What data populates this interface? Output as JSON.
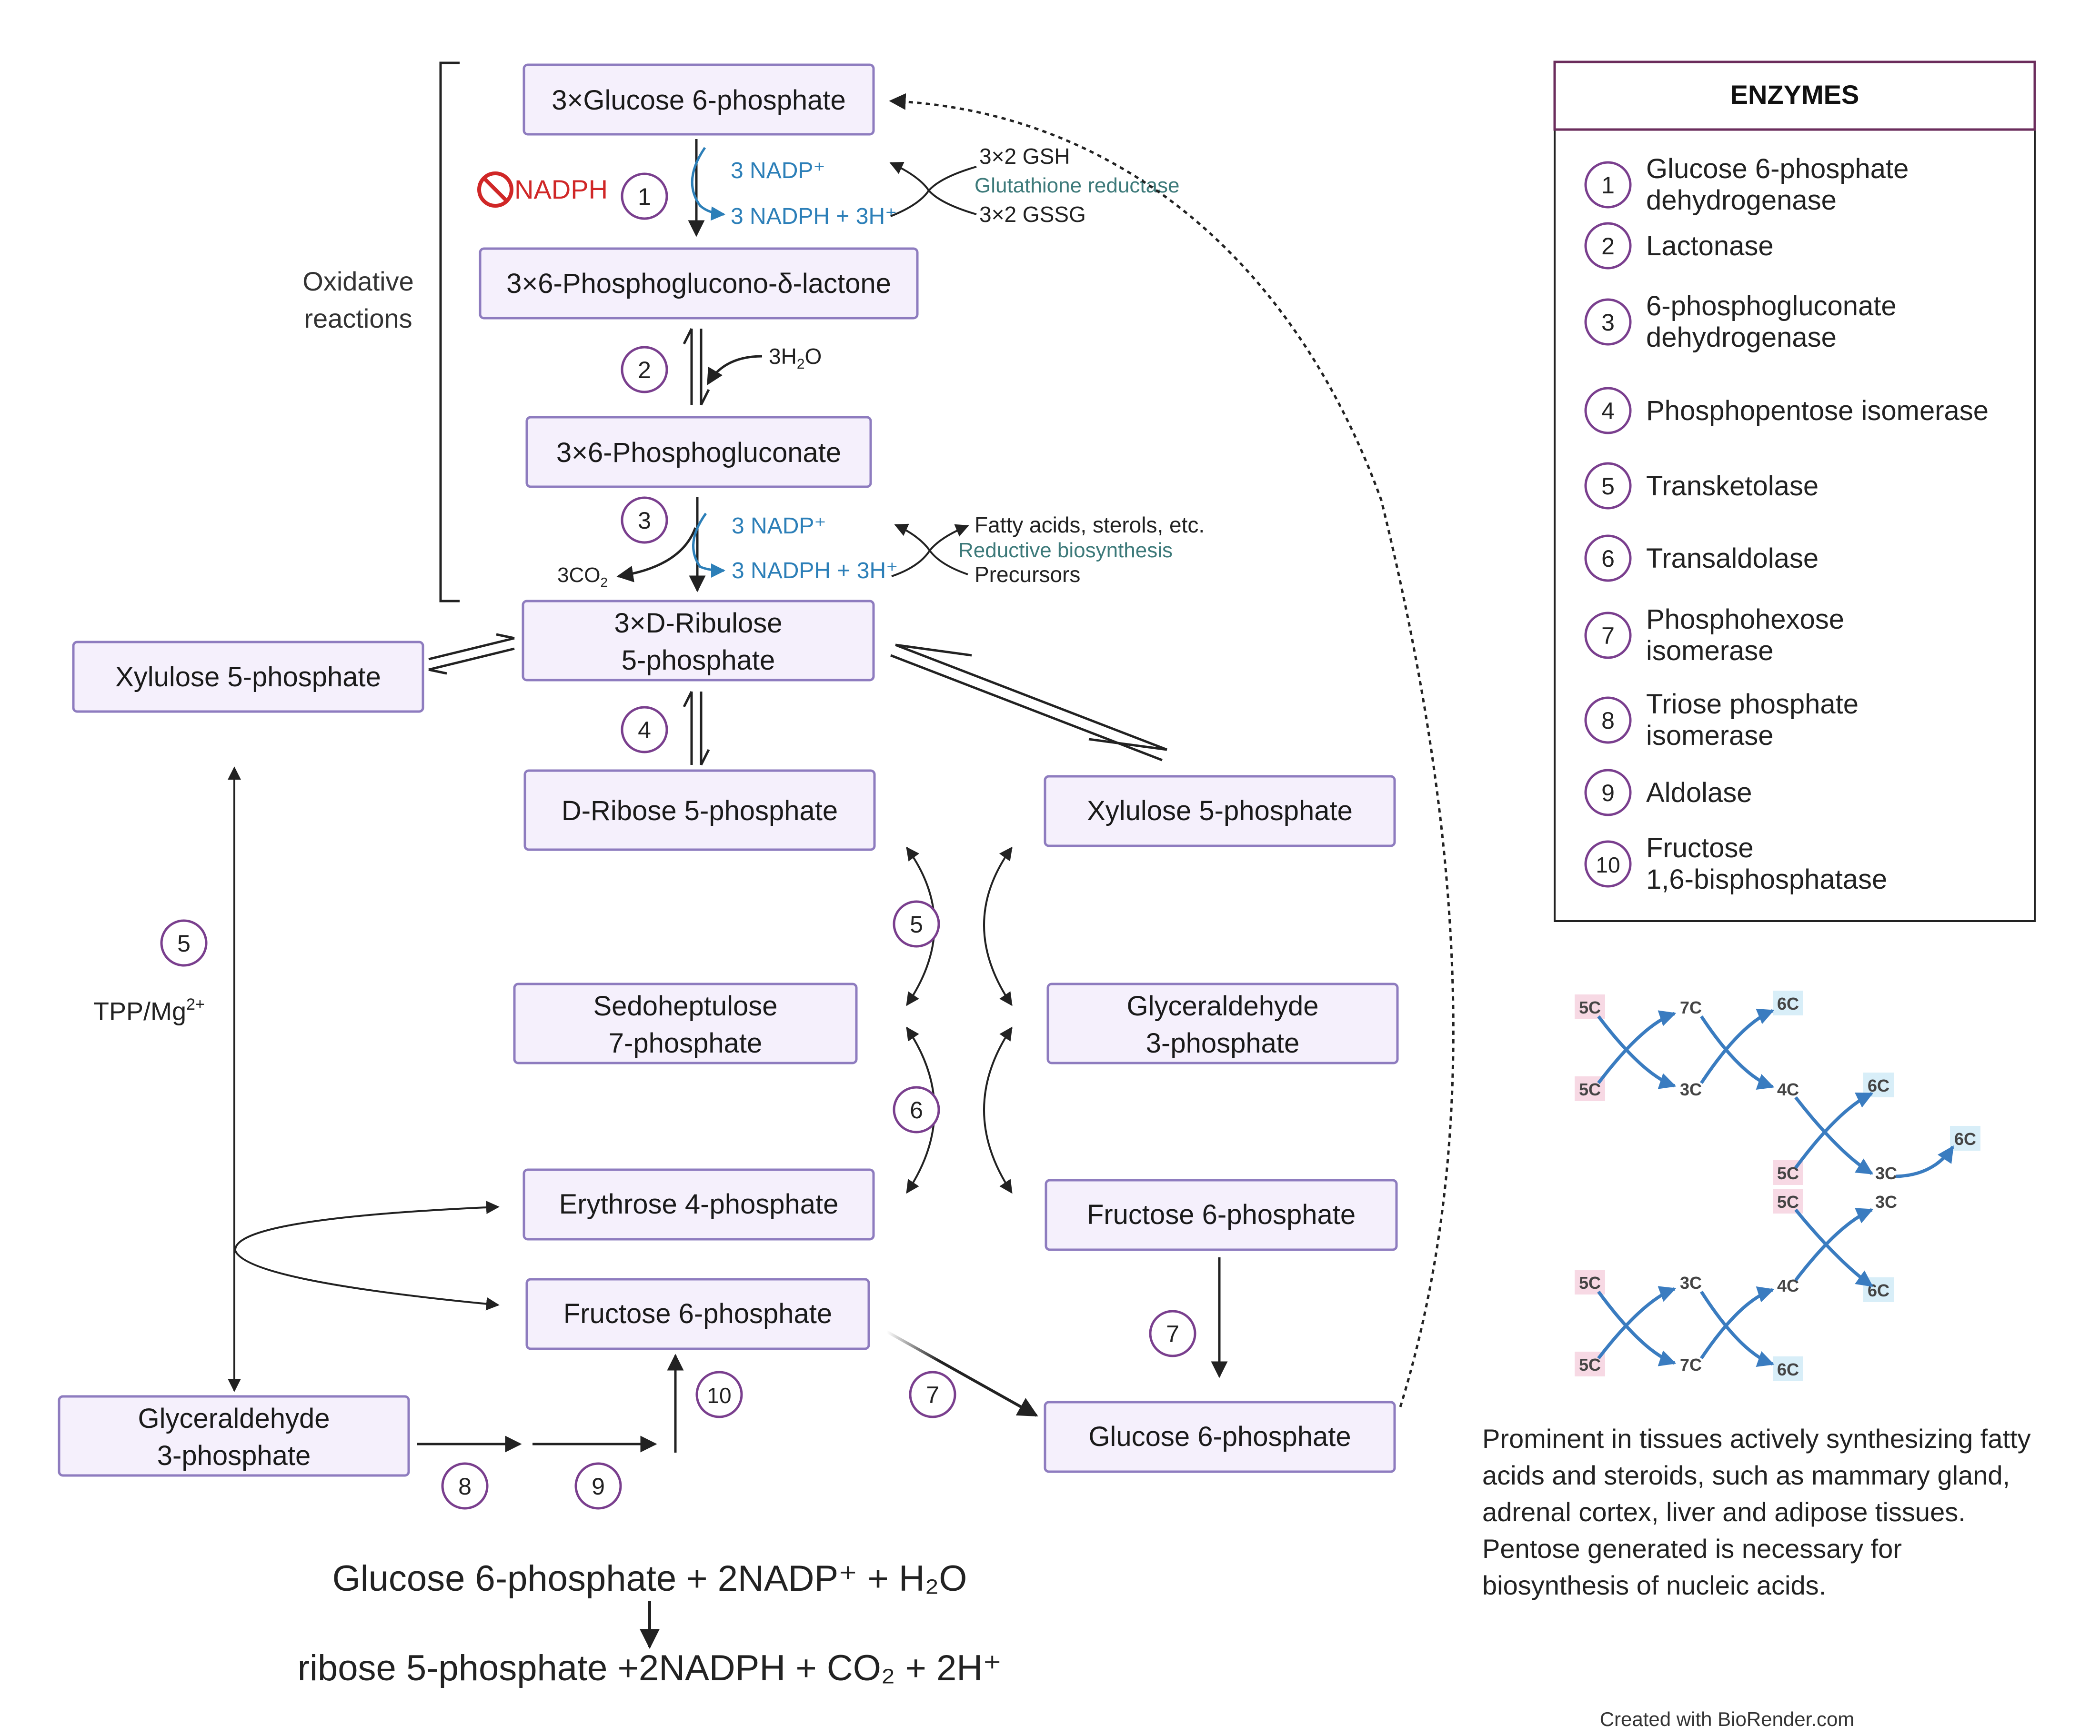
{
  "colors": {
    "box_fill": "#f5f0fc",
    "box_stroke": "#8e7cbf",
    "circle_stroke": "#7a3f8e",
    "nadph_blue": "#2c7fb8",
    "teal_text": "#3d7a7a",
    "inhibit_red": "#d02727",
    "enzyme_border": "#6b2d5c",
    "tag_pink": "#f7d9e4",
    "tag_blue": "#d8eef8"
  },
  "pathway": {
    "boxes": {
      "g6p_top": "3×Glucose 6-phosphate",
      "lactone": "3×6-Phosphoglucono-δ-lactone",
      "phosphogluconate": "3×6-Phosphogluconate",
      "ribulose_line1": "3×D-Ribulose",
      "ribulose_line2": "5-phosphate",
      "xylulose_left": "Xylulose 5-phosphate",
      "ribose": "D-Ribose 5-phosphate",
      "xylulose_right": "Xylulose 5-phosphate",
      "sedo_line1": "Sedoheptulose",
      "sedo_line2": "7-phosphate",
      "gap_mid_line1": "Glyceraldehyde",
      "gap_mid_line2": "3-phosphate",
      "erythrose": "Erythrose 4-phosphate",
      "f6p_right": "Fructose 6-phosphate",
      "f6p_mid": "Fructose 6-phosphate",
      "g6p_bottom": "Glucose 6-phosphate",
      "gap_left_line1": "Glyceraldehyde",
      "gap_left_line2": "3-phosphate"
    },
    "step_numbers": [
      "1",
      "2",
      "3",
      "4",
      "5",
      "6",
      "7",
      "8",
      "9",
      "10"
    ],
    "inhibitor": "NADPH",
    "oxidative_label_line1": "Oxidative",
    "oxidative_label_line2": "reactions",
    "step1": {
      "nadp": "3 NADP⁺",
      "nadph": "3 NADPH + 3H⁺",
      "gsh": "3×2 GSH",
      "enzyme": "Glutathione reductase",
      "gssg": "3×2 GSSG"
    },
    "step2": {
      "water_prefix": "3H",
      "water_sub": "2",
      "water_suffix": "O"
    },
    "step3": {
      "nadp": "3 NADP⁺",
      "nadph": "3 NADPH + 3H⁺",
      "co2_prefix": "3CO",
      "co2_sub": "2",
      "products": "Fatty acids, sterols, etc.",
      "process": "Reductive biosynthesis",
      "precursors": "Precursors"
    },
    "cofactor_prefix": "TPP/Mg",
    "cofactor_sup": "2+"
  },
  "equation": {
    "line1": "Glucose 6-phosphate + 2NADP⁺ + H₂O",
    "line2": "ribose 5-phosphate +2NADPH + CO₂ + 2H⁺"
  },
  "enzymes": {
    "title": "ENZYMES",
    "items": [
      {
        "num": "1",
        "lines": [
          "Glucose 6-phosphate",
          "dehydrogenase"
        ]
      },
      {
        "num": "2",
        "lines": [
          "Lactonase"
        ]
      },
      {
        "num": "3",
        "lines": [
          "6-phosphogluconate",
          "dehydrogenase"
        ]
      },
      {
        "num": "4",
        "lines": [
          "Phosphopentose isomerase"
        ]
      },
      {
        "num": "5",
        "lines": [
          "Transketolase"
        ]
      },
      {
        "num": "6",
        "lines": [
          "Transaldolase"
        ]
      },
      {
        "num": "7",
        "lines": [
          "Phosphohexose",
          "isomerase"
        ]
      },
      {
        "num": "8",
        "lines": [
          "Triose phosphate",
          "isomerase"
        ]
      },
      {
        "num": "9",
        "lines": [
          "Aldolase"
        ]
      },
      {
        "num": "10",
        "lines": [
          "Fructose",
          "1,6-bisphosphatase"
        ]
      }
    ]
  },
  "carbon_scheme": {
    "labels": [
      "5C",
      "5C",
      "7C",
      "3C",
      "6C",
      "4C",
      "6C",
      "5C",
      "3C",
      "6C",
      "5C",
      "3C",
      "4C",
      "6C",
      "5C",
      "5C",
      "3C",
      "7C",
      "6C"
    ]
  },
  "note": {
    "lines": [
      "Prominent in tissues actively synthesizing fatty",
      "acids and steroids, such as mammary gland,",
      "adrenal cortex, liver and adipose tissues.",
      "Pentose generated is necessary for",
      "biosynthesis of nucleic acids."
    ]
  },
  "credit": "Created with BioRender.com"
}
